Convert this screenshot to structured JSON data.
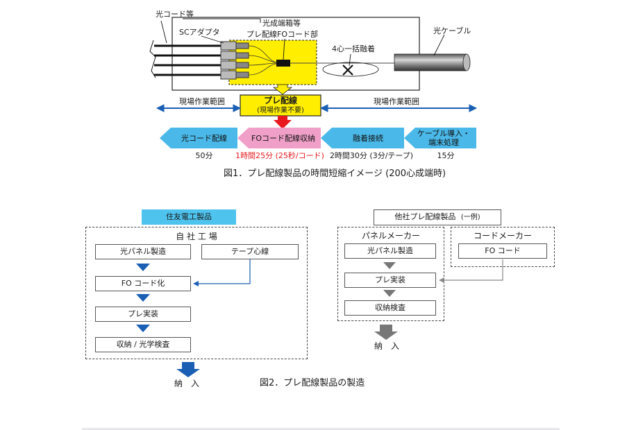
{
  "figure1": {
    "labels": {
      "optical_cord": "光コード等",
      "sc_adapter": "SCアダプタ",
      "termination_box": "光成端箱等",
      "prewired_fo_section": "プレ配線FOコード部",
      "mass_fusion": "4心一括融着",
      "optical_cable": "光ケーブル",
      "site_work_left": "現場作業範囲",
      "site_work_right": "現場作業範囲"
    },
    "center_box": {
      "title": "プレ配線",
      "subtitle": "(現場作業不要)"
    },
    "steps": [
      {
        "label": "光コード配線",
        "time": "50分",
        "color": "#4ab8e8"
      },
      {
        "label": "FOコード配線収納",
        "time": "1時間25分 (25秒/コード)",
        "color": "#f0a0c8"
      },
      {
        "label": "融着接続",
        "time": "2時間30分 (3分/テープ)",
        "color": "#4ab8e8"
      },
      {
        "label": "ケーブル導入・\n端末処理",
        "time": "15分",
        "color": "#4ab8e8"
      }
    ],
    "colors": {
      "prewire_yellow": "#ffee00",
      "pink": "#f0a0c8",
      "cyan": "#4ab8e8",
      "blue_arrow": "#1a5fb4",
      "red_arrow": "#e8191e"
    },
    "caption": "図1．プレ配線製品の時間短縮イメージ (200心成端時)"
  },
  "figure2": {
    "sumitomo": {
      "title": "住友電工製品",
      "factory": "自 社 工 場",
      "steps": [
        "光パネル製造",
        "FO コード化",
        "プレ実装",
        "収納 / 光学検査"
      ],
      "side_step": "テープ心線",
      "delivery": "納　入"
    },
    "others": {
      "title": "他社プレ配線製品",
      "title_note": "(一例)",
      "panel_maker": "パネルメーカー",
      "panel_steps": [
        "光パネル製造",
        "プレ実装",
        "収納検査"
      ],
      "cord_maker": "コードメーカー",
      "cord_step": "FO コード",
      "delivery": "納　入"
    },
    "colors": {
      "title_bg": "#4ec3ee",
      "arrow_blue": "#1a5fb4",
      "arrow_gray": "#777777"
    },
    "caption": "図2．プレ配線製品の製造"
  }
}
